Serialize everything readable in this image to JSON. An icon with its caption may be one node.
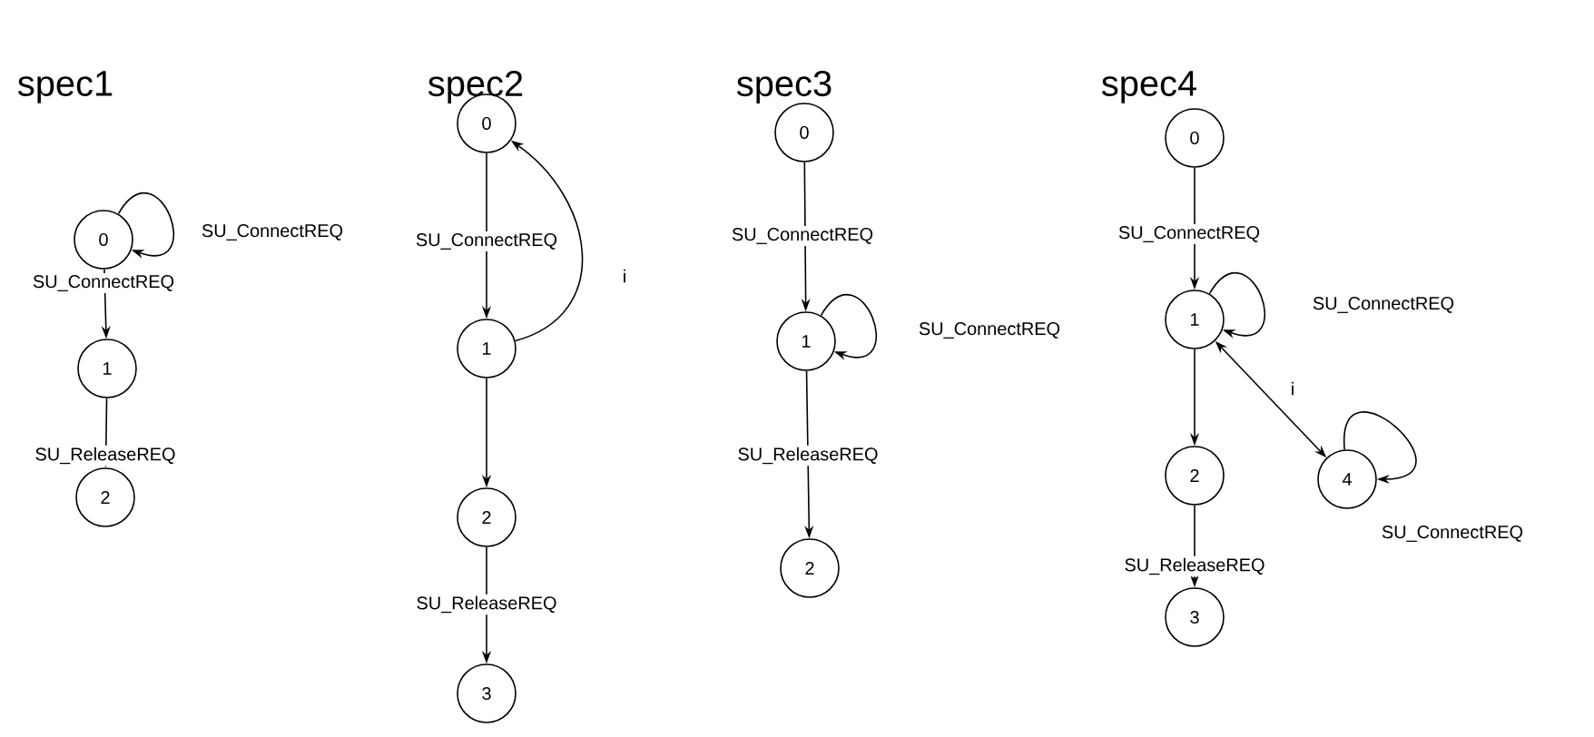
{
  "diagram": {
    "nodes": [
      {
        "text": [
          "0"
        ]
      },
      {
        "text": [
          "1"
        ]
      },
      {
        "text": [
          "2"
        ]
      },
      {
        "text": [
          "0"
        ]
      },
      {
        "text": [
          "1"
        ]
      },
      {
        "text": [
          "2"
        ]
      },
      {
        "text": [
          "3"
        ]
      },
      {
        "text": [
          "0"
        ]
      },
      {
        "text": [
          "1"
        ]
      },
      {
        "text": [
          "2"
        ]
      },
      {
        "text": [
          "0"
        ]
      },
      {
        "text": [
          "1"
        ]
      },
      {
        "text": [
          "2"
        ]
      },
      {
        "text": [
          "3"
        ]
      },
      {
        "text": [
          "4"
        ]
      }
    ],
    "edges": [
      {
        "from": 0,
        "to": 0,
        "arrow": "to",
        "label": "SU_ConnectREQ"
      },
      {
        "from": 0,
        "to": 1,
        "arrow": "to",
        "label": "SU_ConnectREQ"
      },
      {
        "from": 1,
        "to": 2,
        "arrow": "to",
        "label": "SU_ReleaseREQ"
      },
      {
        "from": 3,
        "to": 4,
        "arrow": "to",
        "label": "SU_ConnectREQ"
      },
      {
        "from": 4,
        "to": 3,
        "arrow": "to",
        "label": "i"
      },
      {
        "from": 4,
        "to": 5,
        "arrow": "to"
      },
      {
        "from": 5,
        "to": 6,
        "arrow": "to",
        "label": "SU_ReleaseREQ"
      },
      {
        "from": 7,
        "to": 8,
        "arrow": "to",
        "label": "SU_ConnectREQ"
      },
      {
        "from": 8,
        "to": 8,
        "arrow": "to",
        "label": "SU_ConnectREQ"
      },
      {
        "from": 8,
        "to": 9,
        "arrow": "to",
        "label": "SU_ReleaseREQ"
      },
      {
        "from": 10,
        "to": 11,
        "arrow": "to",
        "label": "SU_ConnectREQ"
      },
      {
        "from": 11,
        "to": 11,
        "arrow": "to",
        "label": "SU_ConnectREQ"
      },
      {
        "from": 11,
        "to": 12,
        "arrow": "to"
      },
      {
        "from": 12,
        "to": 13,
        "arrow": "to",
        "label": "SU_ReleaseREQ"
      },
      {
        "from": 11,
        "to": 14,
        "arrow": "both",
        "label": "i"
      },
      {
        "from": 14,
        "to": 14,
        "arrow": "to",
        "label": "SU_ConnectREQ"
      }
    ],
    "labels": [
      "spec1",
      "spec2",
      "spec3",
      "spec4"
    ]
  }
}
